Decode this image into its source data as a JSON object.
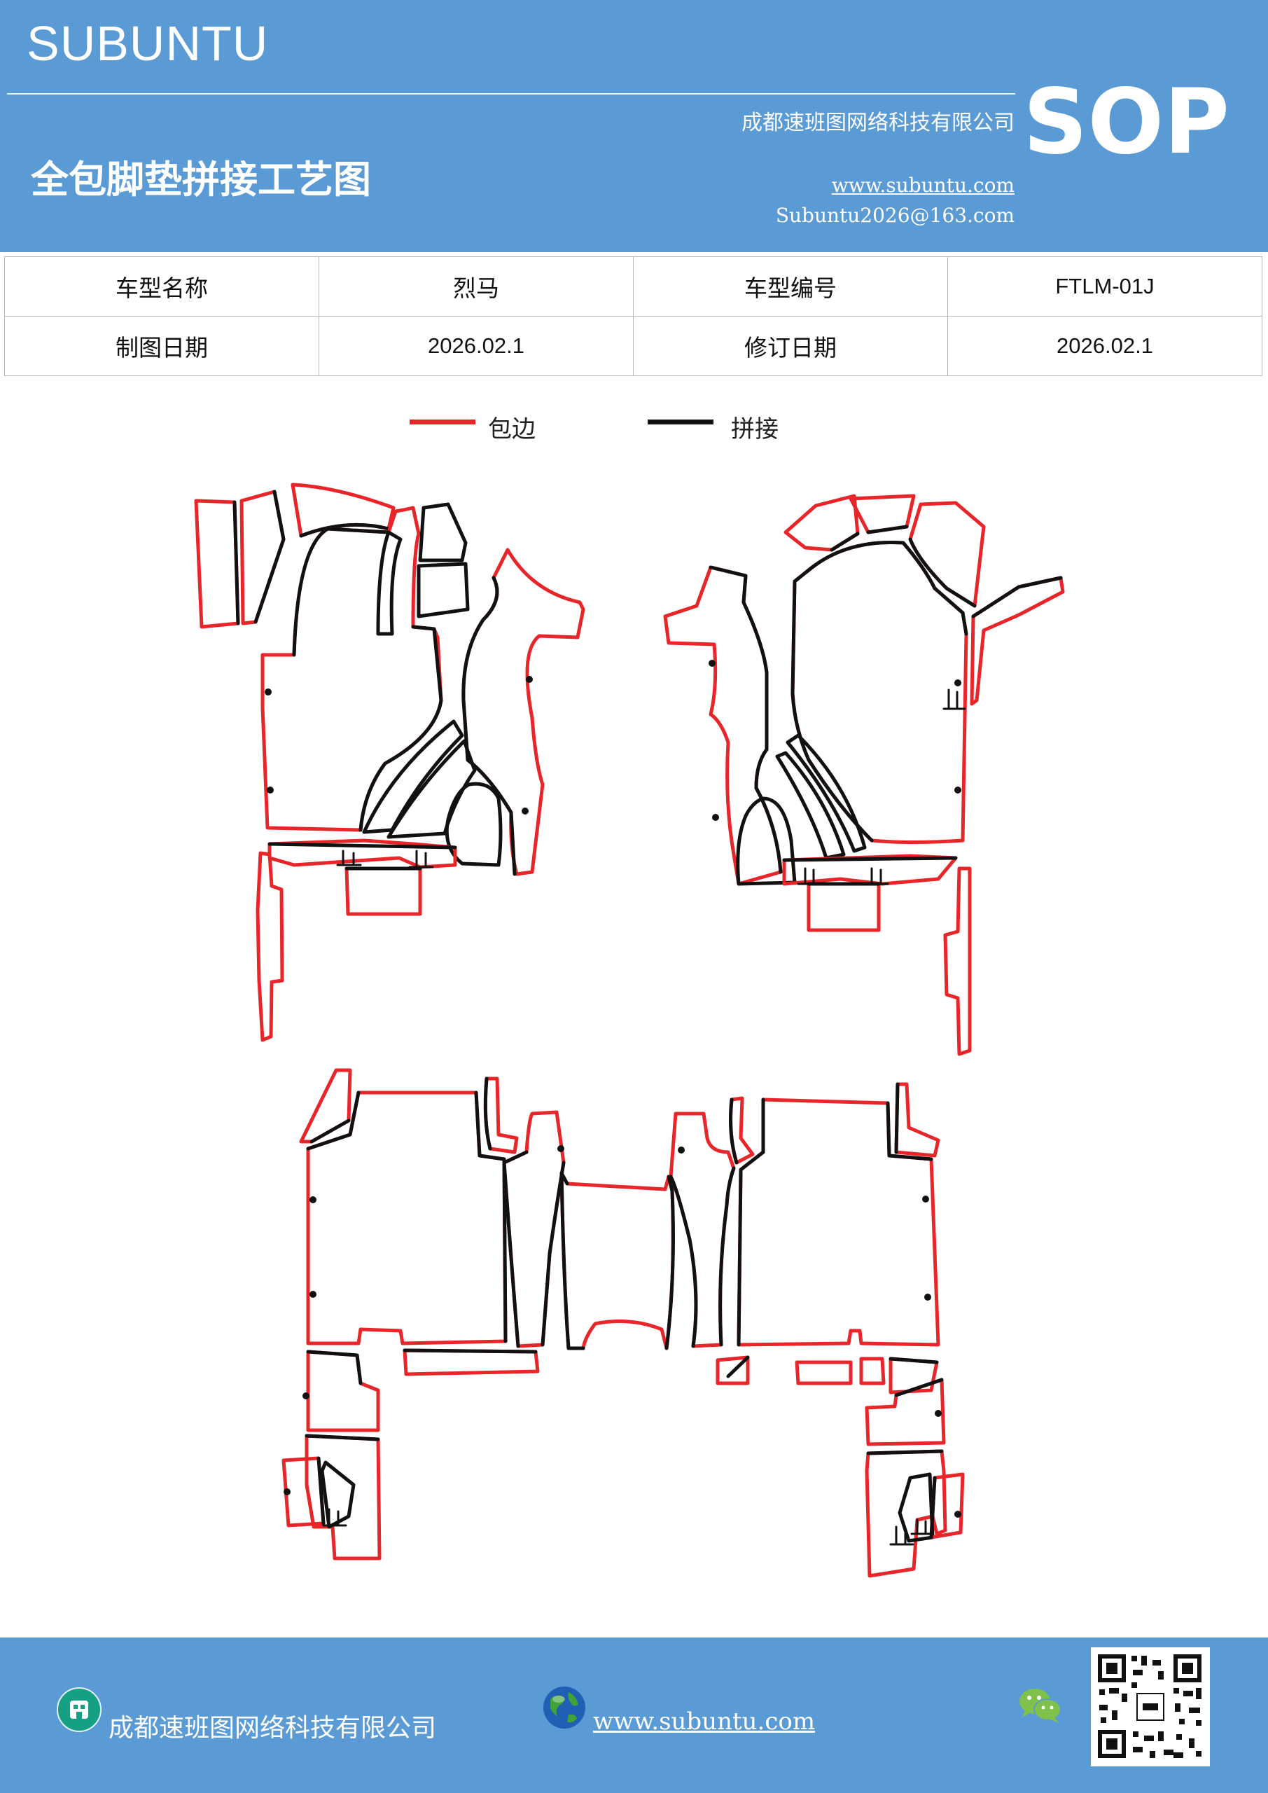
{
  "header": {
    "brand": "SUBUNTU",
    "company": "成都速班图网络科技有限公司",
    "title": "全包脚垫拼接工艺图",
    "website": "www.subuntu.com",
    "email": "Subuntu2026@163.com",
    "badge": "SOP"
  },
  "info_table": {
    "rows": [
      {
        "label1": "车型名称",
        "value1": "烈马",
        "label2": "车型编号",
        "value2": "FTLM-01J"
      },
      {
        "label1": "制图日期",
        "value1": "2026.02.1",
        "label2": "修订日期",
        "value2": "2026.02.1"
      }
    ]
  },
  "legend": {
    "items": [
      {
        "label": "包边",
        "color": "#e8262a"
      },
      {
        "label": "拼接",
        "color": "#111111"
      }
    ]
  },
  "footer": {
    "company": "成都速班图网络科技有限公司",
    "website": "www.subuntu.com",
    "icons": [
      "building-icon",
      "globe-icon",
      "wechat-icon",
      "qr-code"
    ]
  },
  "colors": {
    "header_bg": "#5b9bd5",
    "edge_binding": "#e8262a",
    "seam": "#111111"
  }
}
